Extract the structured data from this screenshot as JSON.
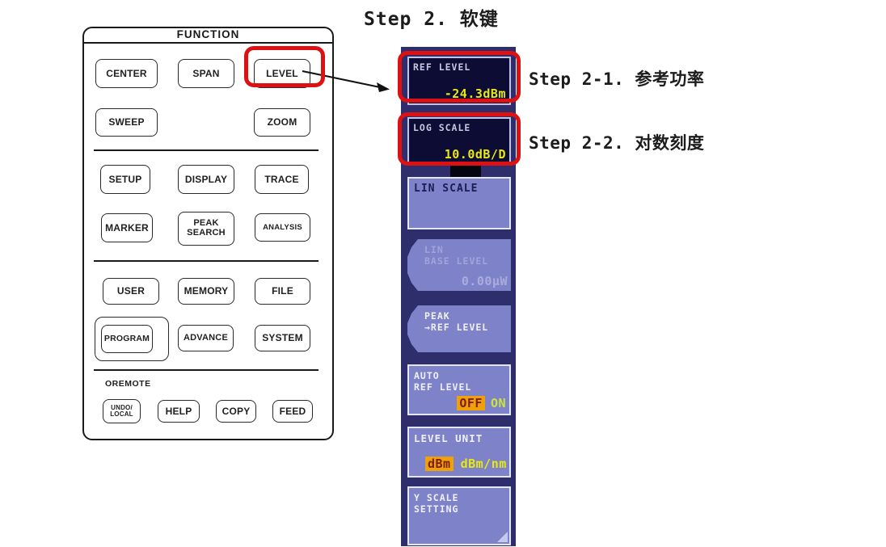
{
  "title": "Step 2. 软键",
  "annotations": {
    "step2_1": "Step 2-1. 参考功率",
    "step2_2": "Step 2-2. 对数刻度"
  },
  "function_panel": {
    "header": "FUNCTION",
    "remote_label": "OREMOTE",
    "buttons": {
      "center": "CENTER",
      "span": "SPAN",
      "level": "LEVEL",
      "sweep": "SWEEP",
      "zoom": "ZOOM",
      "setup": "SETUP",
      "display": "DISPLAY",
      "trace": "TRACE",
      "marker": "MARKER",
      "peak_search_line1": "PEAK",
      "peak_search_line2": "SEARCH",
      "analysis": "ANALYSIS",
      "user": "USER",
      "memory": "MEMORY",
      "file": "FILE",
      "program": "PROGRAM",
      "advance": "ADVANCE",
      "system": "SYSTEM",
      "undo_local_line1": "UNDO/",
      "undo_local_line2": "LOCAL",
      "help": "HELP",
      "copy": "COPY",
      "feed": "FEED"
    }
  },
  "softkeys": {
    "ref_level": {
      "label": "REF LEVEL",
      "value": "-24.3dBm"
    },
    "log_scale": {
      "label": "LOG SCALE",
      "value": "10.0dB/D"
    },
    "lin_scale": {
      "label": "LIN SCALE"
    },
    "lin_base_level": {
      "line1": "LIN",
      "line2": "BASE LEVEL",
      "value": "0.00µW",
      "state": "disabled"
    },
    "peak_ref_level": {
      "line1": "PEAK",
      "line2": "→REF LEVEL"
    },
    "auto_ref_level": {
      "line1": "AUTO",
      "line2": "REF LEVEL",
      "off": "OFF",
      "on": "ON",
      "selected": "OFF"
    },
    "level_unit": {
      "label": "LEVEL UNIT",
      "selected": "dBm",
      "alt": "dBm/nm"
    },
    "y_scale_setting": {
      "line1": "Y SCALE",
      "line2": "SETTING"
    }
  },
  "colors": {
    "highlight_red": "#dd1111",
    "softkey_column_bg": "#2e2e6c",
    "softkey_dark_bg": "#0c0c34",
    "softkey_light_bg": "#7e82c8",
    "value_yellow": "#e8e812",
    "toggle_orange": "#f0a008",
    "toggle_on_green": "#cde23c",
    "disabled_text": "#a0a4dc"
  }
}
